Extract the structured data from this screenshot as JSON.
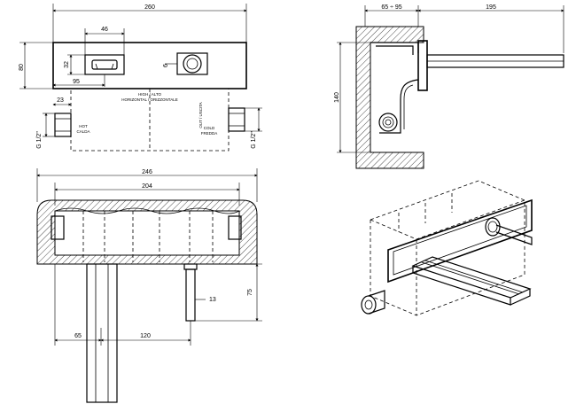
{
  "front_view": {
    "dim_width": "260",
    "dim_height": "80",
    "dim_slot_width": "46",
    "dim_slot_height": "32",
    "dim_slot_offset": "95",
    "dim_knob_offset": "6",
    "dim_pipe_offset": "23",
    "label_high": "HIGH / ALTO",
    "label_horizontal": "HORIZONTAL / ORIZZONTALE",
    "label_out_outlet": "OUT / USCITA",
    "label_hot": "HOT",
    "label_calda": "CALDA",
    "label_cold": "COLD",
    "label_fredda": "FREDDA",
    "label_thread_left": "G 1/2\"",
    "label_thread_right": "G 1/2\""
  },
  "side_view": {
    "dim_depth": "65 ÷ 95",
    "dim_spout": "195",
    "dim_height": "140"
  },
  "top_view": {
    "dim_width_outer": "246",
    "dim_width_inner": "204",
    "dim_spout_offset": "65",
    "dim_spout_distance": "120",
    "dim_handle_dia": "13",
    "dim_handle_len": "75"
  }
}
